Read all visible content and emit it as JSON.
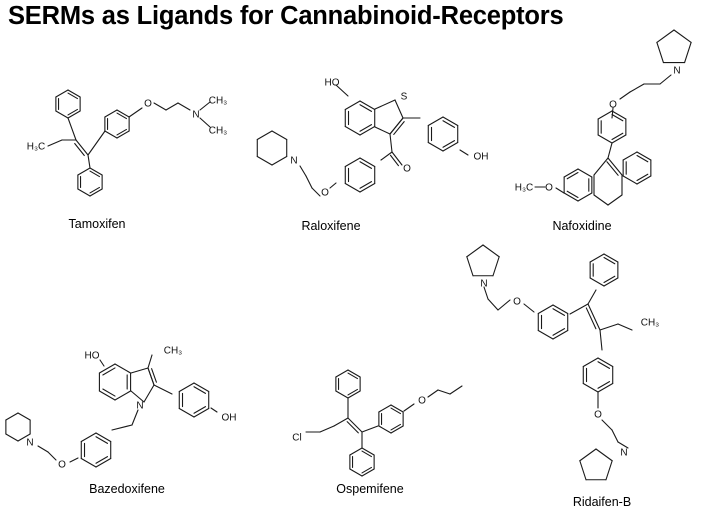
{
  "title": "SERMs as Ligands for Cannabinoid-Receptors",
  "compounds": [
    {
      "name": "Tamoxifen"
    },
    {
      "name": "Raloxifene"
    },
    {
      "name": "Nafoxidine"
    },
    {
      "name": "Bazedoxifene"
    },
    {
      "name": "Ospemifene"
    },
    {
      "name": "Ridaifen-B"
    }
  ],
  "atom_labels": {
    "O": "O",
    "N": "N",
    "S": "S",
    "HO": "HO",
    "OH": "OH",
    "Cl": "Cl",
    "H3C": "H₃C",
    "CH3": "CH₃"
  }
}
